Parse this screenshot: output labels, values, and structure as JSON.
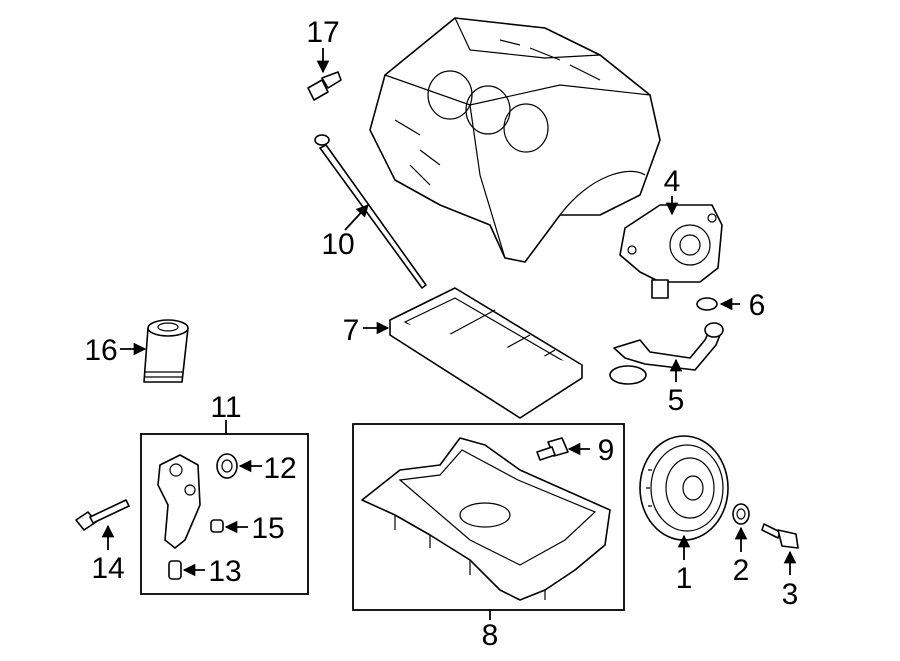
{
  "callouts": {
    "c1": "1",
    "c2": "2",
    "c3": "3",
    "c4": "4",
    "c5": "5",
    "c6": "6",
    "c7": "7",
    "c8": "8",
    "c9": "9",
    "c10": "10",
    "c11": "11",
    "c12": "12",
    "c13": "13",
    "c14": "14",
    "c15": "15",
    "c16": "16",
    "c17": "17"
  },
  "parts": [
    {
      "callout": "1",
      "icon": "crankshaft-pulley-icon"
    },
    {
      "callout": "2",
      "icon": "washer-icon"
    },
    {
      "callout": "3",
      "icon": "pulley-bolt-icon"
    },
    {
      "callout": "4",
      "icon": "oil-pump-icon"
    },
    {
      "callout": "5",
      "icon": "oil-pickup-tube-icon"
    },
    {
      "callout": "6",
      "icon": "o-ring-icon"
    },
    {
      "callout": "7",
      "icon": "oil-pan-baffle-icon"
    },
    {
      "callout": "8",
      "icon": "oil-pan-icon"
    },
    {
      "callout": "9",
      "icon": "drain-plug-icon"
    },
    {
      "callout": "10",
      "icon": "dipstick-icon"
    },
    {
      "callout": "11",
      "icon": "filter-adapter-group-icon"
    },
    {
      "callout": "12",
      "icon": "gasket-icon"
    },
    {
      "callout": "13",
      "icon": "sleeve-icon"
    },
    {
      "callout": "14",
      "icon": "bolt-icon"
    },
    {
      "callout": "15",
      "icon": "plug-icon"
    },
    {
      "callout": "16",
      "icon": "oil-filter-icon"
    },
    {
      "callout": "17",
      "icon": "oil-pressure-sender-icon"
    }
  ]
}
